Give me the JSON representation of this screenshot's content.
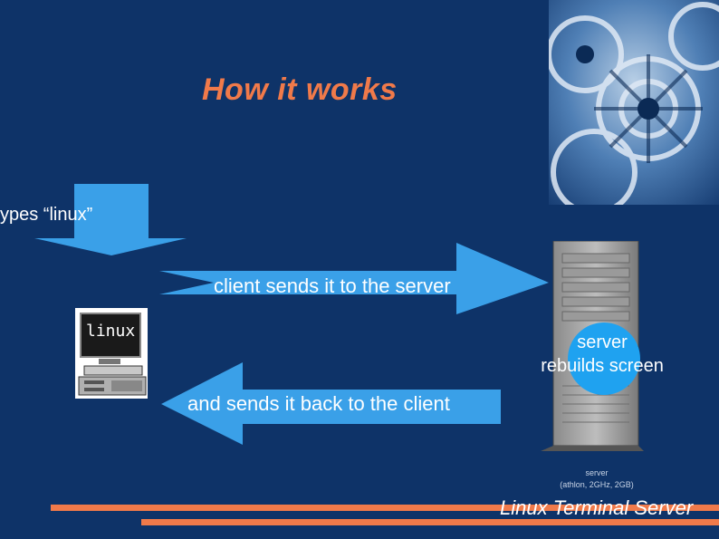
{
  "title": "How it works",
  "steps": {
    "user_types": "ypes “linux”",
    "client_sends": "client sends it to the server",
    "server_rebuilds_line1": "server",
    "server_rebuilds_line2": "rebuilds screen",
    "sends_back": "and sends it back to the client"
  },
  "computer": {
    "screen_text": "linux"
  },
  "server": {
    "caption_line1": "server",
    "caption_line2": "(athlon, 2GHz, 2GB)"
  },
  "footer": {
    "label": "Linux Terminal Server"
  },
  "colors": {
    "background": "#0e3368",
    "title": "#f07a4a",
    "arrow": "#3aa0e8",
    "bubble": "#1fa2f0",
    "footer_bar": "#f07a4a"
  }
}
